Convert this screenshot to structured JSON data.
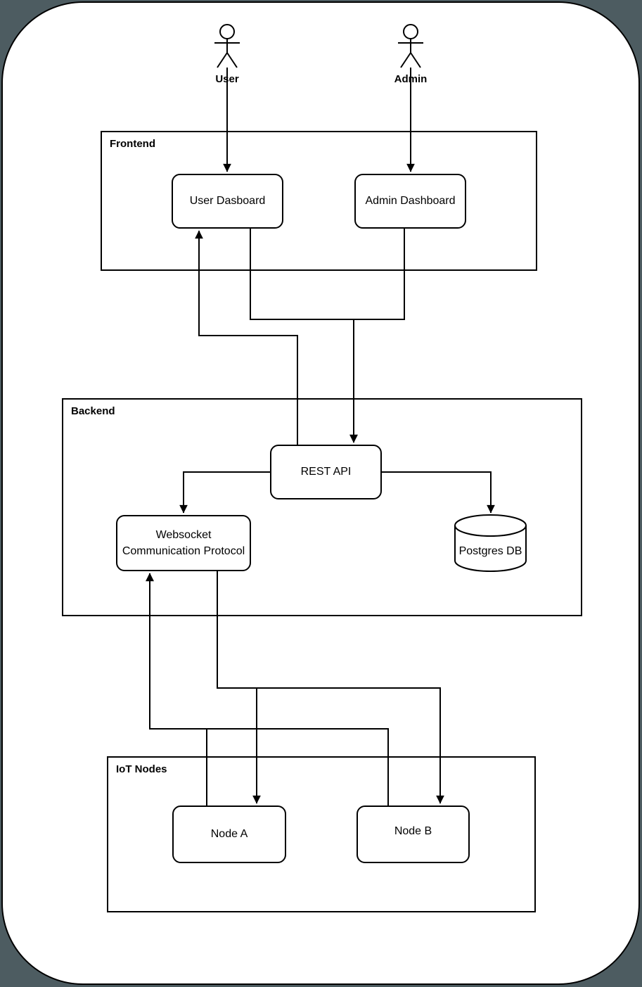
{
  "diagram_title": "IoT system architecture diagram",
  "colors": {
    "outside_background": "#4d5c61",
    "canvas_fill": "#ffffff",
    "stroke": "#000000"
  },
  "actors": [
    {
      "id": "user",
      "label": "User"
    },
    {
      "id": "admin",
      "label": "Admin"
    }
  ],
  "containers": [
    {
      "id": "frontend",
      "label": "Frontend"
    },
    {
      "id": "backend",
      "label": "Backend"
    },
    {
      "id": "iot",
      "label": "IoT Nodes"
    }
  ],
  "nodes": [
    {
      "id": "user-dashboard",
      "label": "User Dasboard",
      "shape": "rounded-rect"
    },
    {
      "id": "admin-dashboard",
      "label": "Admin Dashboard",
      "shape": "rounded-rect"
    },
    {
      "id": "rest-api",
      "label": "REST API",
      "shape": "rounded-rect"
    },
    {
      "id": "websocket",
      "label": "Websocket Communication Protocol",
      "lines": [
        "Websocket",
        "Communication Protocol"
      ],
      "shape": "rounded-rect"
    },
    {
      "id": "postgres",
      "label": "Postgres DB",
      "shape": "cylinder"
    },
    {
      "id": "node-a",
      "label": "Node A",
      "shape": "rounded-rect"
    },
    {
      "id": "node-b",
      "label": "Node B",
      "shape": "rounded-rect"
    }
  ],
  "edges": [
    {
      "from": "User",
      "to": "User Dasboard"
    },
    {
      "from": "Admin",
      "to": "Admin Dashboard"
    },
    {
      "from": "User Dasboard",
      "to": "REST API"
    },
    {
      "from": "Admin Dashboard",
      "to": "REST API"
    },
    {
      "from": "REST API",
      "to": "User Dasboard"
    },
    {
      "from": "REST API",
      "to": "Websocket Communication Protocol"
    },
    {
      "from": "REST API",
      "to": "Postgres DB"
    },
    {
      "from": "Websocket Communication Protocol",
      "to": "Node A"
    },
    {
      "from": "Websocket Communication Protocol",
      "to": "Node B"
    },
    {
      "from": "Node A",
      "to": "Websocket Communication Protocol"
    },
    {
      "from": "Node B",
      "to": "Websocket Communication Protocol"
    }
  ]
}
